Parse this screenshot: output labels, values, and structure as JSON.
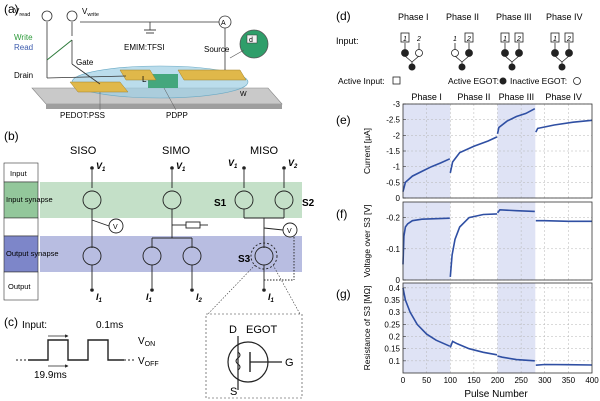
{
  "colors": {
    "accent_green": "#93c79b",
    "accent_blue": "#7d86c9",
    "shade": "#dfe3f5",
    "curve": "#2f4fa3",
    "gold": "#e0b84a"
  },
  "panel_labels": {
    "a": "(a)",
    "b": "(b)",
    "c": "(c)",
    "d": "(d)",
    "e": "(e)",
    "f": "(f)",
    "g": "(g)"
  },
  "device": {
    "v_read": "V",
    "v_read_sub": "read",
    "v_write": "V",
    "v_write_sub": "write",
    "write": "Write",
    "read": "Read",
    "gate": "Gate",
    "drain": "Drain",
    "source": "Source",
    "electrolyte": "EMIM:TFSI",
    "gate_material": "PEDOT:PSS",
    "channel": "PDPP",
    "l": "L",
    "w": "W",
    "d": "d"
  },
  "circuits": {
    "siso": "SISO",
    "simo": "SIMO",
    "miso": "MISO",
    "rows": [
      "Input",
      "Input synapse",
      "Output synapse",
      "Output"
    ],
    "v1": "V",
    "v2": "V",
    "i1": "I",
    "i2": "I",
    "sub1": "1",
    "sub2": "2",
    "s1": "S1",
    "s2": "S2",
    "s3": "S3",
    "egot": "EGOT",
    "term_d": "D",
    "term_g": "G",
    "term_s": "S"
  },
  "pulse": {
    "input": "Input:",
    "width": "0.1ms",
    "period": "19.9ms",
    "von": "V",
    "von_sub": "ON",
    "voff": "V",
    "voff_sub": "OFF"
  },
  "phases": {
    "names": [
      "Phase I",
      "Phase II",
      "Phase III",
      "Phase IV"
    ],
    "input_label": "Input:",
    "box1": "1",
    "box2": "2",
    "legend_active_input": "Active Input:",
    "legend_active_egot": "Active EGOT:",
    "legend_inactive_egot": "Inactive EGOT:"
  },
  "chart_data": [
    {
      "type": "line",
      "panel": "e",
      "ylabel": "Current [μA]",
      "xlim": [
        0,
        400
      ],
      "ylim": [
        0,
        -3
      ],
      "yticks": [
        0,
        -0.5,
        -1,
        -1.5,
        -2,
        -2.5,
        -3
      ],
      "ytick_labels": [
        "0",
        "-0.5",
        "-1",
        "-1.5",
        "-2",
        "-2.5",
        "-3"
      ],
      "shaded_x": [
        [
          0,
          100
        ],
        [
          200,
          280
        ]
      ],
      "phase_labels": [
        "Phase I",
        "Phase II",
        "Phase III",
        "Phase IV"
      ],
      "grid": true,
      "segments": [
        {
          "x": [
            0,
            5,
            20,
            40,
            60,
            80,
            99
          ],
          "y": [
            -0.2,
            -0.5,
            -0.7,
            -0.85,
            -1.0,
            -1.12,
            -1.25
          ]
        },
        {
          "x": [
            100,
            105,
            120,
            150,
            180,
            199
          ],
          "y": [
            -0.8,
            -1.15,
            -1.45,
            -1.65,
            -1.82,
            -1.95
          ]
        },
        {
          "x": [
            200,
            203,
            220,
            240,
            260,
            279
          ],
          "y": [
            -2.05,
            -2.25,
            -2.45,
            -2.6,
            -2.7,
            -2.85
          ]
        },
        {
          "x": [
            281,
            285,
            320,
            360,
            400
          ],
          "y": [
            -2.1,
            -2.22,
            -2.33,
            -2.42,
            -2.48
          ]
        }
      ]
    },
    {
      "type": "line",
      "panel": "f",
      "ylabel": "Voltage over S3 [V]",
      "xlim": [
        0,
        400
      ],
      "ylim": [
        0,
        -0.25
      ],
      "yticks": [
        0,
        -0.1,
        -0.2
      ],
      "ytick_labels": [
        "0",
        "-0.1",
        "-0.2"
      ],
      "shaded_x": [
        [
          0,
          100
        ],
        [
          200,
          280
        ]
      ],
      "grid": true,
      "segments": [
        {
          "x": [
            0,
            2,
            5,
            10,
            20,
            40,
            99
          ],
          "y": [
            -0.05,
            -0.14,
            -0.17,
            -0.18,
            -0.19,
            -0.195,
            -0.198
          ]
        },
        {
          "x": [
            100,
            104,
            110,
            120,
            140,
            170,
            199
          ],
          "y": [
            -0.01,
            -0.08,
            -0.13,
            -0.17,
            -0.2,
            -0.21,
            -0.212
          ]
        },
        {
          "x": [
            200,
            205,
            240,
            279
          ],
          "y": [
            -0.215,
            -0.225,
            -0.222,
            -0.22
          ]
        },
        {
          "x": [
            281,
            300,
            350,
            400
          ],
          "y": [
            -0.19,
            -0.19,
            -0.188,
            -0.188
          ]
        }
      ]
    },
    {
      "type": "line",
      "panel": "g",
      "ylabel": "Resistance of S3 [MΩ]",
      "xlabel": "Pulse Number",
      "xlim": [
        0,
        400
      ],
      "ylim": [
        0.05,
        0.42
      ],
      "xticks": [
        0,
        50,
        100,
        150,
        200,
        250,
        300,
        350,
        400
      ],
      "xtick_labels": [
        "0",
        "50",
        "100",
        "150",
        "200",
        "250",
        "300",
        "350",
        "400"
      ],
      "yticks": [
        0.1,
        0.15,
        0.2,
        0.25,
        0.3,
        0.35,
        0.4
      ],
      "ytick_labels": [
        "0.1",
        "0.15",
        "0.2",
        "0.25",
        "0.3",
        "0.35",
        "0.4"
      ],
      "shaded_x": [
        [
          0,
          100
        ],
        [
          200,
          280
        ]
      ],
      "grid": true,
      "segments": [
        {
          "x": [
            0,
            5,
            15,
            30,
            50,
            70,
            99
          ],
          "y": [
            0.4,
            0.35,
            0.3,
            0.25,
            0.21,
            0.185,
            0.16
          ]
        },
        {
          "x": [
            100,
            105,
            115,
            140,
            170,
            199
          ],
          "y": [
            0.155,
            0.18,
            0.17,
            0.15,
            0.135,
            0.125
          ]
        },
        {
          "x": [
            200,
            210,
            240,
            279
          ],
          "y": [
            0.12,
            0.115,
            0.105,
            0.1
          ]
        },
        {
          "x": [
            281,
            300,
            350,
            400
          ],
          "y": [
            0.082,
            0.085,
            0.084,
            0.083
          ]
        }
      ]
    }
  ]
}
